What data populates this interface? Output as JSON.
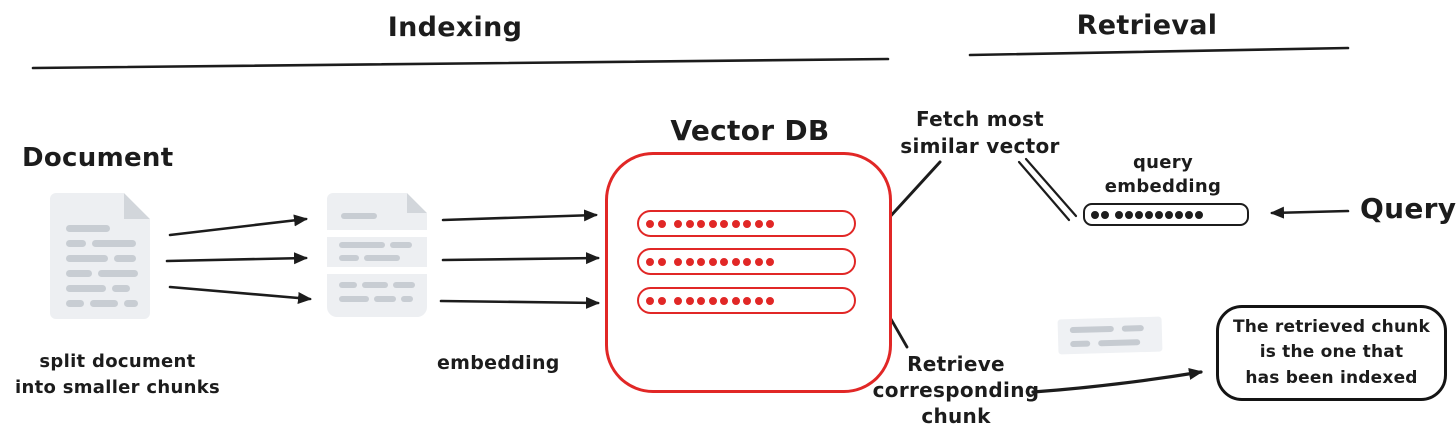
{
  "diagram": {
    "background": "#ffffff",
    "accent_red": "#e12726",
    "ink_black": "#1c1c1c",
    "sections": {
      "indexing_title": "Indexing",
      "retrieval_title": "Retrieval"
    },
    "indexing": {
      "document_label": "Document",
      "split_caption": {
        "line1": "split document",
        "line2": "into smaller chunks"
      },
      "embedding_label": "embedding",
      "vector_db": {
        "title": "Vector DB",
        "vector_rows": 3,
        "dots_per_vector": 11
      }
    },
    "retrieval": {
      "fetch_note": {
        "line1": "Fetch most",
        "line2": "similar vector"
      },
      "query_embedding_label": {
        "line1": "query",
        "line2": "embedding"
      },
      "query_embedding_dots": 11,
      "query_label": "Query",
      "retrieve_note": {
        "line1": "Retrieve",
        "line2": "corresponding",
        "line3": "chunk"
      },
      "result_bubble": {
        "line1": "The retrieved chunk",
        "line2": "is the one that",
        "line3": "has been indexed"
      }
    }
  }
}
